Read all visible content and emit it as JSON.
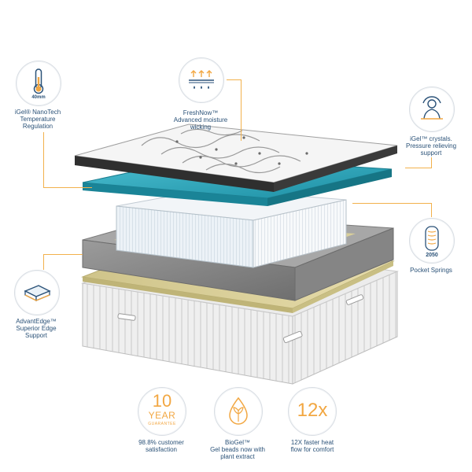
{
  "colors": {
    "accent": "#f2b14c",
    "text": "#2b5278",
    "teal_layer": "#2aa4b8",
    "grey_layer": "#8a8a8a",
    "latex_layer": "#d9cf9a"
  },
  "features": {
    "nanotech": {
      "icon": "thermometer-icon",
      "badge_value": "40mm",
      "caption": [
        "iGel® NanoTech",
        "Temperature",
        "Regulation"
      ]
    },
    "freshnow": {
      "icon": "moisture-wicking-icon",
      "caption": [
        "FreshNow™",
        "Advanced moisture",
        "wicking"
      ]
    },
    "crystals": {
      "icon": "relaxed-person-icon",
      "caption": [
        "iGel™ crystals.",
        "Pressure relieving",
        "support"
      ]
    },
    "pocket_springs": {
      "icon": "spring-coil-icon",
      "badge_value": "2050",
      "caption": [
        "Pocket Springs"
      ]
    },
    "advantedge": {
      "icon": "edge-support-icon",
      "caption": [
        "AdvantEdge™",
        "Superior Edge",
        "Support"
      ]
    }
  },
  "bottom_badges": {
    "guarantee": {
      "big_number": "10",
      "word": "YEAR",
      "small": "GUARANTEE",
      "caption": [
        "98.8% customer",
        "satisfaction"
      ]
    },
    "biogel": {
      "icon": "leaf-drop-icon",
      "caption": [
        "BioGel™",
        "Gel beads now with",
        "plant extract"
      ]
    },
    "airflow": {
      "big_number": "12x",
      "caption": [
        "12X faster heat",
        "flow for comfort"
      ]
    }
  }
}
